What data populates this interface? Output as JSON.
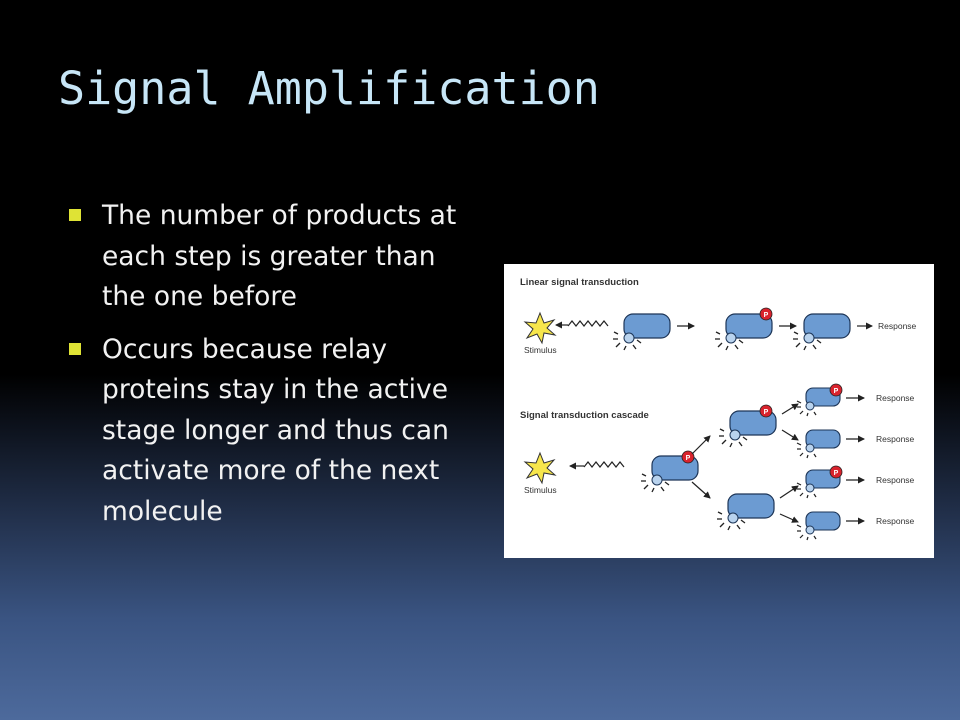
{
  "slide": {
    "title": "Signal Amplification",
    "bullets": [
      {
        "text": "The number of products at each step is greater than the one before"
      },
      {
        "text": "Occurs because relay proteins stay in the active stage longer and thus can activate more of the next molecule"
      }
    ],
    "bullet_color": "#dfe335",
    "title_color": "#c7e6f7"
  },
  "figure": {
    "linear_title": "Linear signal transduction",
    "cascade_title": "Signal transduction cascade",
    "stimulus_label": "Stimulus",
    "response_label": "Response",
    "phosphate_label": "P",
    "protein_color": "#6c9bd2",
    "phosphate_color": "#d9232d",
    "star_color": "#f7e64b"
  }
}
